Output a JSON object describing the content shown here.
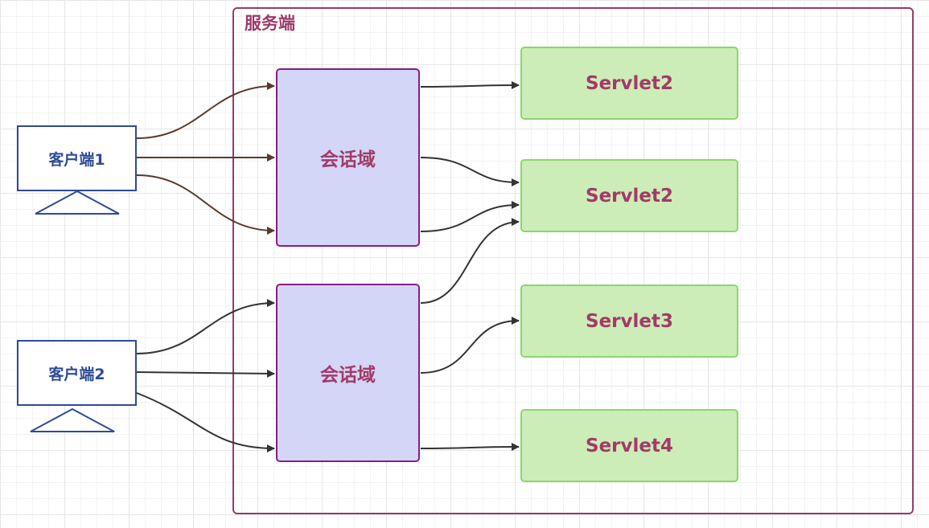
{
  "server": {
    "title": "服务端"
  },
  "clients": [
    {
      "label": "客户端1"
    },
    {
      "label": "客户端2"
    }
  ],
  "sessions": [
    {
      "label": "会话域"
    },
    {
      "label": "会话域"
    }
  ],
  "servlets": [
    {
      "label": "Servlet2"
    },
    {
      "label": "Servlet2"
    },
    {
      "label": "Servlet3"
    },
    {
      "label": "Servlet4"
    }
  ],
  "colors": {
    "server_border": "#9b3a6a",
    "session_fill": "#d3d6f6",
    "session_border": "#8a1b8a",
    "servlet_fill": "#ccedb7",
    "servlet_border": "#8ad86a",
    "client_border": "#2e4a9a",
    "client1_arrows": "#5a3a2e",
    "other_arrows": "#333333"
  }
}
